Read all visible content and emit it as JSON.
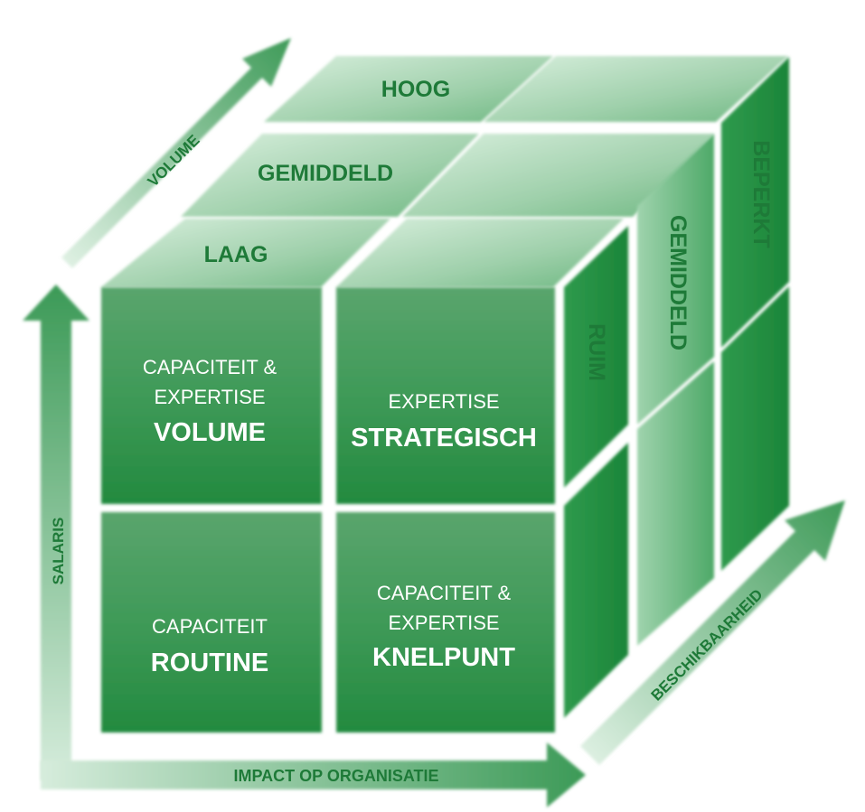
{
  "axes": {
    "volume": "VOLUME",
    "salaris": "SALARIS",
    "impact": "IMPACT OP ORGANISATIE",
    "beschikbaarheid": "BESCHIKBAARHEID"
  },
  "top_labels": {
    "high": "HOOG",
    "mid": "GEMIDDELD",
    "low": "LAAG"
  },
  "side_labels": {
    "limited": "BEPERKT",
    "mid": "GEMIDDELD",
    "ample": "RUIM"
  },
  "quadrants": {
    "top_left": {
      "line1": "CAPACITEIT &",
      "line2": "EXPERTISE",
      "title": "VOLUME"
    },
    "top_right": {
      "line1": "EXPERTISE",
      "title": "STRATEGISCH"
    },
    "bottom_left": {
      "line1": "CAPACITEIT",
      "title": "ROUTINE"
    },
    "bottom_right": {
      "line1": "CAPACITEIT &",
      "line2": "EXPERTISE",
      "title": "KNELPUNT"
    }
  },
  "colors": {
    "dark_green": "#1e8a3c",
    "mid_green": "#4fae6a",
    "light_green": "#cfe9d5",
    "label_green": "#1e7a38"
  }
}
